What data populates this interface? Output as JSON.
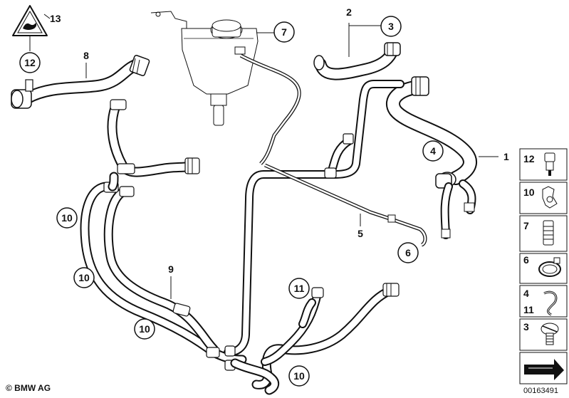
{
  "callouts": {
    "c1": "1",
    "c2": "2",
    "c3": "3",
    "c4": "4",
    "c5": "5",
    "c6": "6",
    "c7": "7",
    "c8": "8",
    "c9": "9",
    "c10a": "10",
    "c10b": "10",
    "c10c": "10",
    "c10d": "10",
    "c11": "11",
    "c12": "12",
    "c13": "13"
  },
  "legend": {
    "items": [
      {
        "label": "12"
      },
      {
        "label": "10"
      },
      {
        "label": "7"
      },
      {
        "label": "6"
      },
      {
        "label": "4"
      },
      {
        "label": "11"
      },
      {
        "label": "3"
      }
    ]
  },
  "footer": {
    "copyright": "© BMW AG",
    "doc_number": "00163491"
  }
}
